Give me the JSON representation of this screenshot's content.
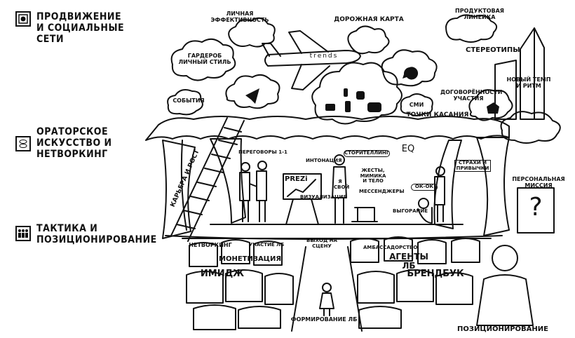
{
  "legend": [
    {
      "icon": "camera-icon",
      "label": "Продвижение\nи социальные\nсети"
    },
    {
      "icon": "speech-bubbles-icon",
      "label": "Ораторское\nискусство и\nнетворкинг"
    },
    {
      "icon": "audience-icon",
      "label": "Тактика и\nпозиционирование"
    }
  ],
  "clouds": {
    "personal_efficiency": "Личная эффективность",
    "roadmap": "Дорожная карта",
    "product_line": "Продуктовая линейка",
    "wardrobe": "Гардероб\nличный стиль",
    "stereotypes": "Стереотипы",
    "events": "События",
    "new_pace": "Новый темп\nи ритм",
    "agreements": "Договорённости\nучастия",
    "media": "СМИ",
    "touch_points": "Точки касания",
    "plane_text": "trends"
  },
  "stage": {
    "career_growth": "Карьера и рост",
    "negotiations": "Переговоры 1-1",
    "intonation": "Интонация",
    "storytelling": "Сторителлинг",
    "eq": "EQ",
    "fears": "Страхи и\nпривычки",
    "prezi": "PREZi",
    "shirt": "Я\nсвой",
    "visualization": "Визуализация",
    "gestures": "Жесты, мимика\nи тело",
    "messengers": "Мессенджеры",
    "ok_ok": "ОК-ОК",
    "burnout": "Выгорание",
    "personal_mission": "Персональная\nмиссия",
    "question_mark": "?"
  },
  "hall": {
    "networking": "Нетворкинг",
    "lb_involvement": "Участие ЛБ",
    "go_on_stage": "Выход на сцену",
    "lb_ambassadorship": "Амбассадорство",
    "monetization": "Монетизация",
    "lb_agents": "Агенты ЛБ",
    "image": "Имидж",
    "brandbook": "Брендбук",
    "lb_formation": "Формирование ЛБ",
    "positioning": "Позиционирование"
  }
}
